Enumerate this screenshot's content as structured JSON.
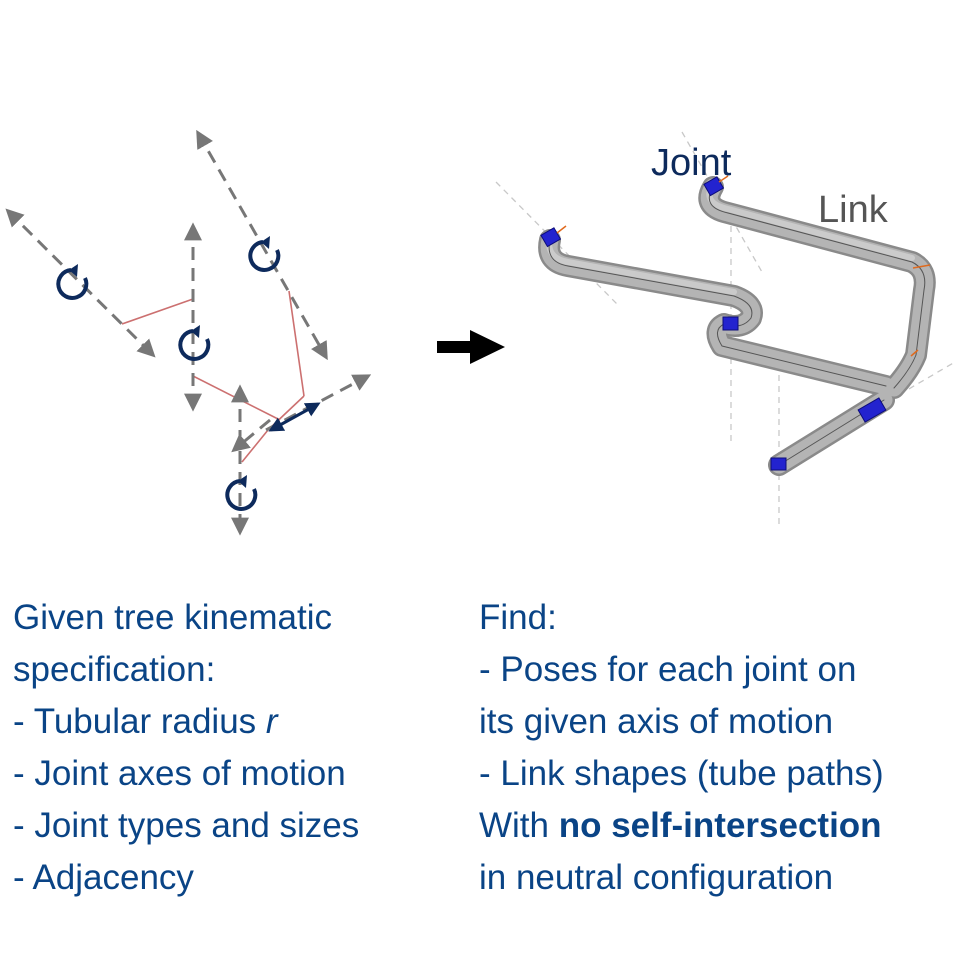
{
  "diagram": {
    "labels": {
      "joint": "Joint",
      "link": "Link"
    },
    "colors": {
      "text": "#0a4486",
      "joint_icon": "#0d2a5c",
      "axis_arrow": "#777777",
      "spec_link": "#cc7070",
      "tube": "#a8a8a8",
      "tube_outline": "#8a8a8a",
      "joint_box": "#2323cf",
      "guide_line": "#c8c8c8",
      "big_arrow": "#000000",
      "link_label": "#555555"
    }
  },
  "left_text": {
    "heading_1": "Given tree kinematic",
    "heading_2": "specification:",
    "item_radius_prefix": "- Tubular radius ",
    "item_radius_symbol": "r",
    "item_axes": "- Joint axes of motion",
    "item_types": "- Joint types and sizes",
    "item_adjacency": "- Adjacency"
  },
  "right_text": {
    "heading": "Find:",
    "item_poses_1": "- Poses for each joint on",
    "item_poses_2": "its given axis of motion",
    "item_shapes": "- Link shapes (tube paths)",
    "with_prefix": "With ",
    "with_bold": "no self-intersection",
    "last_line": "in neutral configuration"
  }
}
